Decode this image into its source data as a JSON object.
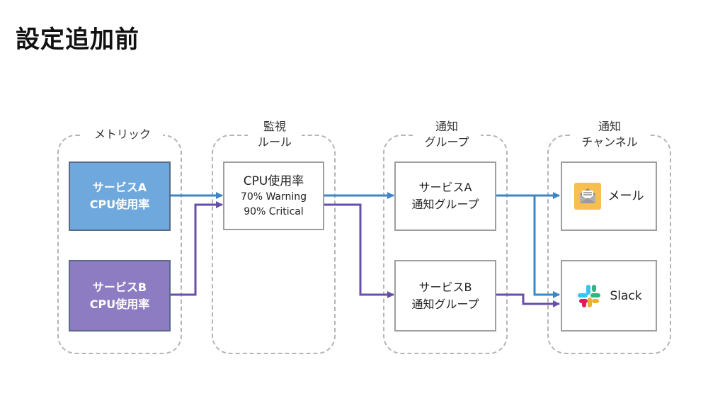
{
  "title": "設定追加前",
  "columns": {
    "metrics": "メトリック",
    "rules": "監視\nルール",
    "groups": "通知\nグループ",
    "channels": "通知\nチャンネル"
  },
  "metrics": [
    {
      "line1": "サービスA",
      "line2": "CPU使用率",
      "color": "#6fa8dc"
    },
    {
      "line1": "サービスB",
      "line2": "CPU使用率",
      "color": "#8e7cc3"
    }
  ],
  "rule": {
    "title": "CPU使用率",
    "warning": "70% Warning",
    "critical": "90% Critical"
  },
  "groups": [
    {
      "line1": "サービスA",
      "line2": "通知グループ"
    },
    {
      "line1": "サービスB",
      "line2": "通知グループ"
    }
  ],
  "channels": [
    {
      "label": "メール",
      "icon": "mail-icon"
    },
    {
      "label": "Slack",
      "icon": "slack-icon"
    }
  ],
  "colors": {
    "blue_flow": "#3d85c6",
    "purple_flow": "#674ea7",
    "dashed_border": "#b5b5b5"
  }
}
